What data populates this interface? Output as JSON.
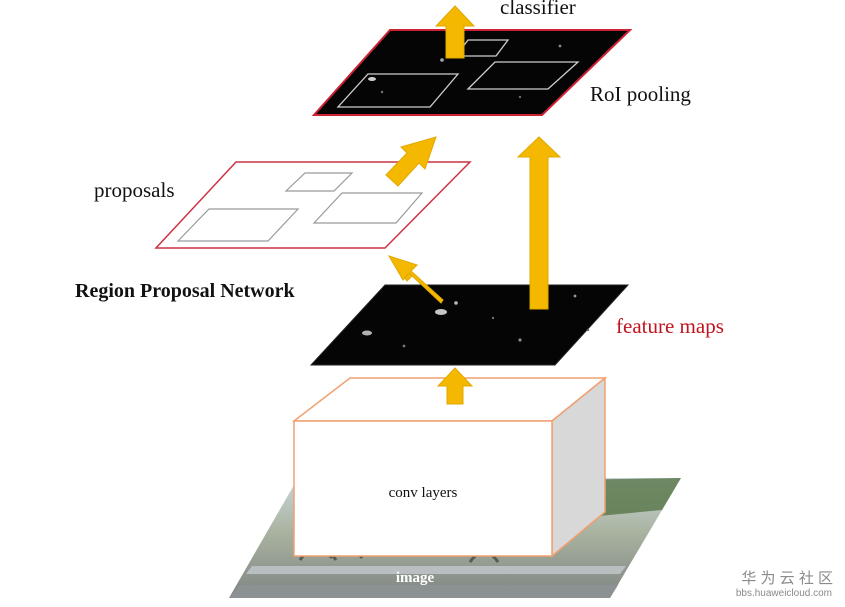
{
  "labels": {
    "classifier": "classifier",
    "roi_pooling": "RoI pooling",
    "proposals": "proposals",
    "rpn": "Region Proposal Network",
    "feature_maps": "feature maps",
    "conv_layers": "conv layers",
    "image": "image"
  },
  "watermark": {
    "title": "华 为 云 社 区",
    "url": "bbs.huaweicloud.com"
  },
  "colors": {
    "arrow": "#f5b800",
    "arrow_edge": "#e0a800",
    "roi_border": "#cc2233",
    "proposal_border": "#cc3344",
    "feature_text": "#c0141e",
    "conv_edge": "#f0a070",
    "map_fill": "#050505",
    "box_side": "#d8d8d8",
    "watermark": "#8a8a8a"
  }
}
